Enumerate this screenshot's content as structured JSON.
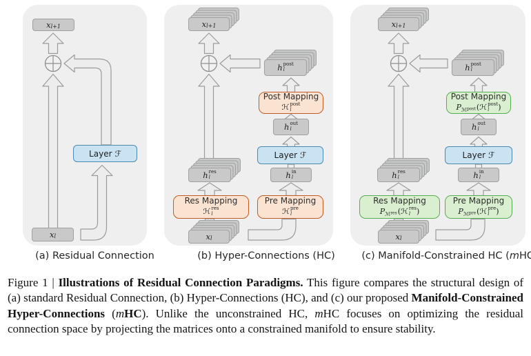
{
  "colors": {
    "panel_bg": "#efefef",
    "box_gray": "#c9c9c9",
    "layer_blue_fill": "#c9e3f3",
    "layer_blue_border": "#4a8ab1",
    "mapping_orange_fill": "#fbe3d2",
    "mapping_orange_border": "#c05a28",
    "mapping_green_fill": "#d9efcf",
    "mapping_green_border": "#56ad53"
  },
  "symbols": {
    "sum_operator": "⊕"
  },
  "panel_a": {
    "caption": "(a) Residual Connection",
    "x_out": {
      "base": "x",
      "sub": "l+1"
    },
    "layer": {
      "label": "Layer",
      "symbol": "ℱ"
    },
    "x_in": {
      "base": "x",
      "sub": "l"
    }
  },
  "panel_b": {
    "caption": "(b) Hyper-Connections (HC)",
    "x_out": {
      "base": "x",
      "sub": "l+1"
    },
    "h_post": {
      "base": "h",
      "sup": "post",
      "sub": "l"
    },
    "post_mapping": {
      "title": "Post Mapping",
      "h": "ℋ",
      "sup": "post",
      "sub": "l"
    },
    "h_out": {
      "base": "h",
      "sup": "out",
      "sub": "l"
    },
    "layer": {
      "label": "Layer",
      "symbol": "ℱ"
    },
    "h_in": {
      "base": "h",
      "sup": "in",
      "sub": "l"
    },
    "pre_mapping": {
      "title": "Pre Mapping",
      "h": "ℋ",
      "sup": "pre",
      "sub": "l"
    },
    "h_res": {
      "base": "h",
      "sup": "res",
      "sub": "l"
    },
    "res_mapping": {
      "title": "Res Mapping",
      "h": "ℋ",
      "sup": "res",
      "sub": "l"
    },
    "x_in": {
      "base": "x",
      "sub": "l"
    }
  },
  "panel_c": {
    "caption": {
      "pre": "(c) Manifold-Constrained HC (",
      "m": "m",
      "post": "HC)"
    },
    "x_out": {
      "base": "x",
      "sub": "l+1"
    },
    "h_post": {
      "base": "h",
      "sup": "post",
      "sub": "l"
    },
    "post_mapping": {
      "title": "Post Mapping",
      "proj": "P",
      "manifold": "ℳ",
      "manifold_sup": "post",
      "open": "(",
      "h": "ℋ",
      "h_sup": "post",
      "h_sub": "l",
      "close": ")"
    },
    "h_out": {
      "base": "h",
      "sup": "out",
      "sub": "l"
    },
    "layer": {
      "label": "Layer",
      "symbol": "ℱ"
    },
    "h_in": {
      "base": "h",
      "sup": "in",
      "sub": "l"
    },
    "pre_mapping": {
      "title": "Pre Mapping",
      "proj": "P",
      "manifold": "ℳ",
      "manifold_sup": "pre",
      "open": "(",
      "h": "ℋ",
      "h_sup": "pre",
      "h_sub": "l",
      "close": ")"
    },
    "h_res": {
      "base": "h",
      "sup": "res",
      "sub": "l"
    },
    "res_mapping": {
      "title": "Res Mapping",
      "proj": "P",
      "manifold": "ℳ",
      "manifold_sup": "res",
      "open": "(",
      "h": "ℋ",
      "h_sup": "res",
      "h_sub": "l",
      "close": ")"
    },
    "x_in": {
      "base": "x",
      "sub": "l"
    }
  },
  "figure_caption": {
    "segments": [
      {
        "text": "Figure 1 | ",
        "style": "normal"
      },
      {
        "text": "Illustrations of Residual Connection Paradigms.",
        "style": "bold"
      },
      {
        "text": " This figure compares the structural design of (a) standard Residual Connection, (b) Hyper-Connections (HC), and (c) our proposed ",
        "style": "normal"
      },
      {
        "text": "Manifold-Constrained Hyper-Connections",
        "style": "bold"
      },
      {
        "text": " (",
        "style": "normal"
      },
      {
        "text": "m",
        "style": "italic"
      },
      {
        "text": "HC",
        "style": "bold"
      },
      {
        "text": "). Unlike the unconstrained HC, ",
        "style": "normal"
      },
      {
        "text": "m",
        "style": "italic"
      },
      {
        "text": "HC focuses on optimizing the residual connection space by projecting the matrices onto a constrained manifold to ensure stability.",
        "style": "normal"
      }
    ]
  }
}
